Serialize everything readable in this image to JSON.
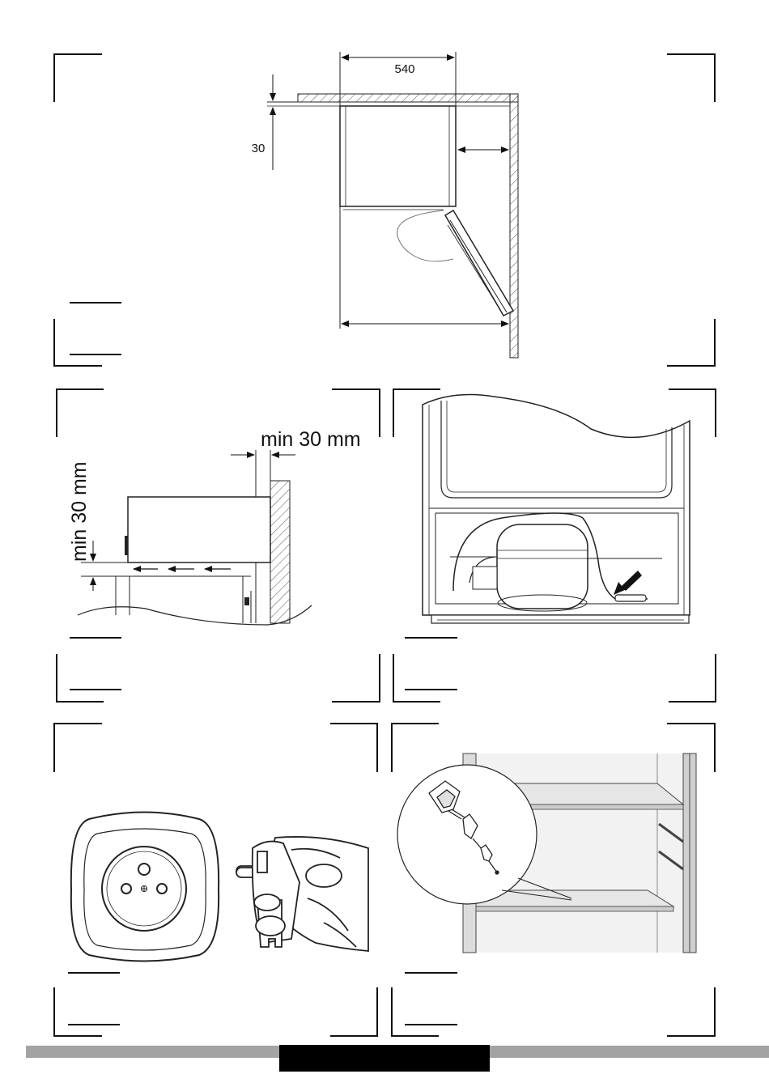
{
  "panel1": {
    "dim_width": "540",
    "dim_height": "30"
  },
  "panel2": {
    "clearance_top": "min 30 mm",
    "clearance_bottom": "min 30 mm"
  },
  "colors": {
    "footer_bar": "#a3a3a3",
    "footer_block": "#000000",
    "line": "#222222",
    "hatch": "#555555"
  },
  "icons": [
    "arrow-icon",
    "socket-icon",
    "plug-icon",
    "thermostat-sensor-icon"
  ]
}
